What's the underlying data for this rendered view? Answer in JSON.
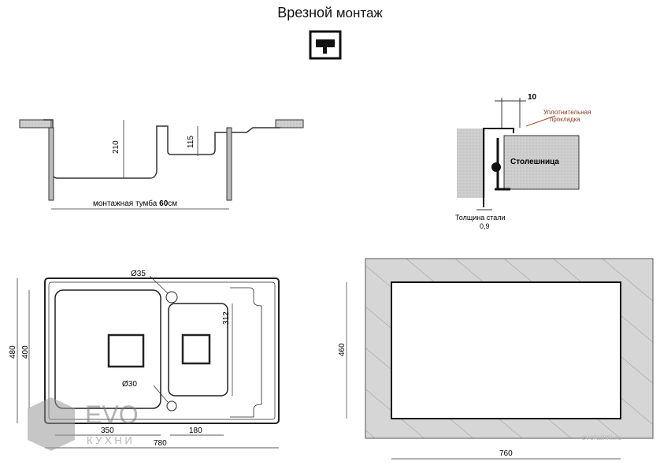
{
  "title": {
    "bold": "Врезной",
    "rest": " монтаж"
  },
  "section": {
    "dim_210": "210",
    "dim_115": "115",
    "cabinet_label_prefix": "монтажная тумба ",
    "cabinet_size": "60",
    "cabinet_unit": "см"
  },
  "detail": {
    "dim_10": "10",
    "gasket_line1": "Уплотнительная",
    "gasket_line2": "прокладка",
    "countertop": "Столешница",
    "steel_label": "Толщина стали",
    "steel_value": "0,9"
  },
  "plan": {
    "d35": "Ø35",
    "d30": "Ø30",
    "dim_312": "312",
    "dim_480": "480",
    "dim_400": "400",
    "dim_350": "350",
    "dim_180": "180",
    "dim_780": "780"
  },
  "cutout": {
    "dim_460": "460",
    "dim_760": "760"
  },
  "watermark": {
    "logo": "EVO",
    "sub": "К У Х Н И",
    "site": "evokuhni.ru"
  }
}
